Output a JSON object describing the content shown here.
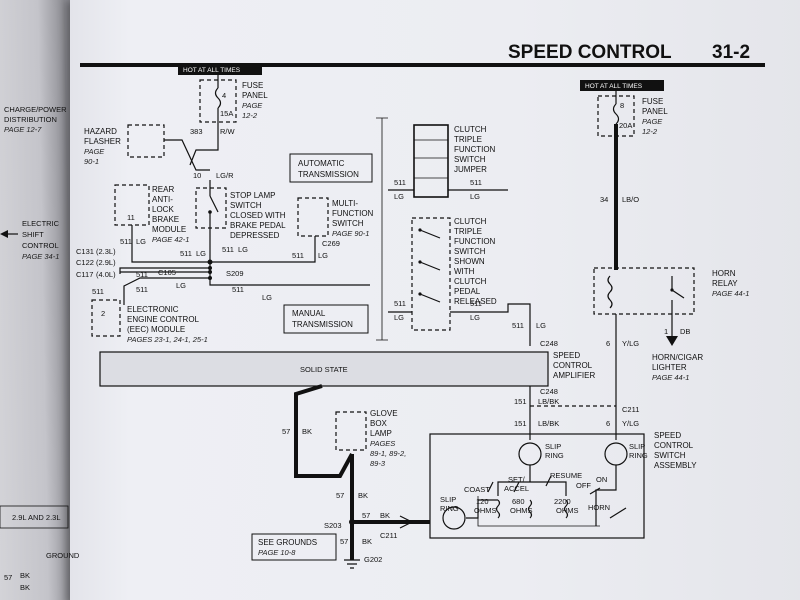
{
  "header": {
    "title": "SPEED CONTROL",
    "page_number": "31-2"
  },
  "left_page": {
    "charge_power": "CHARGE/POWER",
    "distribution": "DISTRIBUTION",
    "charge_page": "PAGE 12-7",
    "electric": "ELECTRIC",
    "shift": "SHIFT",
    "control": "CONTROL",
    "shift_page": "PAGE 34-1",
    "engine_note": "2.9L AND 2.3L",
    "bk": "BK",
    "bk2": "BK",
    "wire57": "57",
    "ground": "GROUND"
  },
  "hot_labels": {
    "left": "HOT AT ALL TIMES",
    "right": "HOT AT ALL TIMES"
  },
  "fuse_left": {
    "fuse_num": "4",
    "amps": "15A",
    "line1": "FUSE",
    "line2": "PANEL",
    "page1": "PAGE",
    "page2": "12-2"
  },
  "fuse_right": {
    "fuse_num": "8",
    "amps": "20A",
    "line1": "FUSE",
    "line2": "PANEL",
    "page1": "PAGE",
    "page2": "12-2"
  },
  "hazard": {
    "line1": "HAZARD",
    "line2": "FLASHER",
    "page1": "PAGE",
    "page2": "90-1"
  },
  "wires": {
    "w383": "383",
    "rw": "R/W",
    "w10": "10",
    "lgr": "LG/R",
    "w34": "34",
    "lbo": "LB/O",
    "w511": "511",
    "lg": "LG",
    "w6": "6",
    "ylg": "Y/LG",
    "w151": "151",
    "lbbk": "LB/BK",
    "w57": "57",
    "bk": "BK",
    "w1": "1",
    "db": "DB",
    "c131": "C131",
    "c131_eng": "(2.3L)",
    "c122": "C122",
    "c122_eng": "(2.9L)",
    "c117": "C117",
    "c117_eng": "(4.0L)",
    "c105": "C105",
    "s209": "S209",
    "c269": "C269",
    "c248": "C248",
    "c211": "C211",
    "s203": "S203",
    "g202": "G202"
  },
  "rear_abs": {
    "line1": "REAR",
    "line2": "ANTI-",
    "line3": "LOCK",
    "line4": "BRAKE",
    "line5": "MODULE",
    "page": "PAGE 42-1",
    "pin": "11"
  },
  "stop_lamp": {
    "line1": "STOP LAMP",
    "line2": "SWITCH",
    "line3": "CLOSED WITH",
    "line4": "BRAKE PEDAL",
    "line5": "DEPRESSED"
  },
  "multi_function": {
    "line1": "MULTI-",
    "line2": "FUNCTION",
    "line3": "SWITCH",
    "page": "PAGE 90-1"
  },
  "auto_trans": {
    "line1": "AUTOMATIC",
    "line2": "TRANSMISSION"
  },
  "manual_trans": {
    "line1": "MANUAL",
    "line2": "TRANSMISSION"
  },
  "clutch_jumper": {
    "line1": "CLUTCH",
    "line2": "TRIPLE",
    "line3": "FUNCTION",
    "line4": "SWITCH",
    "line5": "JUMPER"
  },
  "clutch_switch": {
    "line1": "CLUTCH",
    "line2": "TRIPLE",
    "line3": "FUNCTION",
    "line4": "SWITCH",
    "line5": "SHOWN",
    "line6": "WITH",
    "line7": "CLUTCH",
    "line8": "PEDAL",
    "line9": "RELEASED"
  },
  "eec": {
    "line1": "ELECTRONIC",
    "line2": "ENGINE CONTROL",
    "line3": "(EEC) MODULE",
    "page": "PAGES 23-1, 24-1, 25-1",
    "pin": "2"
  },
  "amplifier": {
    "bar_label": "SOLID STATE",
    "line1": "SPEED",
    "line2": "CONTROL",
    "line3": "AMPLIFIER"
  },
  "horn_relay": {
    "line1": "HORN",
    "line2": "RELAY",
    "page": "PAGE 44-1"
  },
  "horn_lighter": {
    "line1": "HORN/CIGAR",
    "line2": "LIGHTER",
    "page": "PAGE 44-1"
  },
  "glove_box": {
    "line1": "GLOVE",
    "line2": "BOX",
    "line3": "LAMP",
    "page1": "PAGES",
    "page2": "89-1, 89-2,",
    "page3": "89-3"
  },
  "switch_assembly": {
    "line1": "SPEED",
    "line2": "CONTROL",
    "line3": "SWITCH",
    "line4": "ASSEMBLY",
    "slip_ring": "SLIP",
    "slip_ring2": "RING",
    "resume": "RESUME",
    "coast": "COAST",
    "set_accel1": "SET/",
    "set_accel2": "ACCEL",
    "off": "OFF",
    "on": "ON",
    "r120": "120",
    "r680": "680",
    "r2200": "2200",
    "ohms": "OHMS",
    "horn": "HORN"
  },
  "grounds": {
    "line1": "SEE GROUNDS",
    "page": "PAGE 10-8"
  }
}
